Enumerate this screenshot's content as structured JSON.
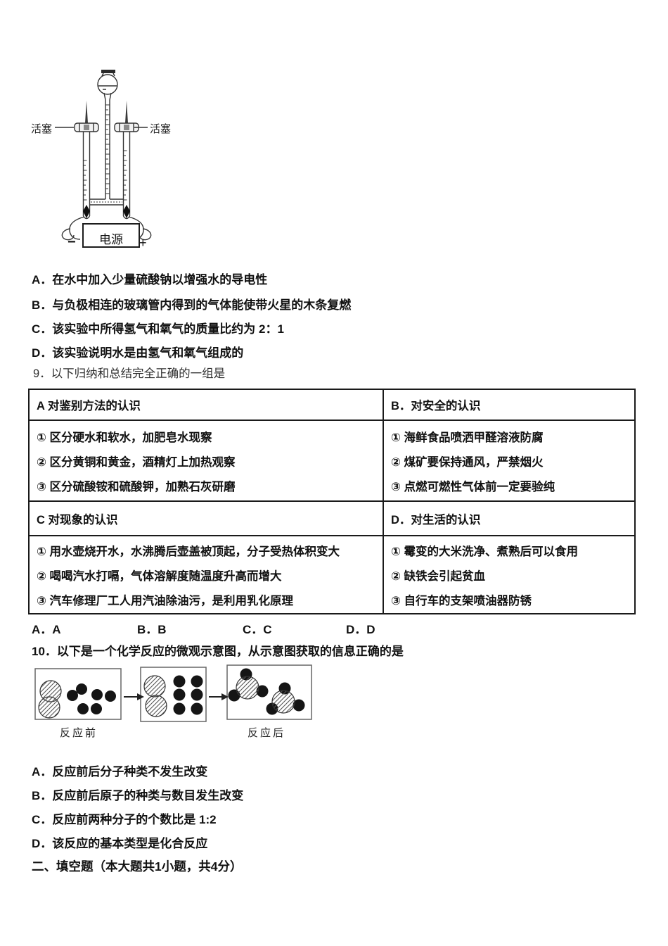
{
  "colors": {
    "text": "#111111",
    "table_border": "#1a1a1a",
    "diagram_stroke": "#333333"
  },
  "apparatus": {
    "piston_label": "活塞",
    "power_label": "电源",
    "minus_label": "−",
    "plus_label": "+"
  },
  "q8": {
    "options": [
      "A．在水中加入少量硫酸钠以增强水的导电性",
      "B．与负极相连的玻璃管内得到的气体能使带火星的木条复燃",
      "C．该实验中所得氢气和氧气的质量比约为 2：1",
      "D．该实验说明水是由氢气和氧气组成的"
    ]
  },
  "q9": {
    "stem": "9．以下归纳和总结完全正确的一组是",
    "table": [
      {
        "header": "A 对鉴别方法的认识",
        "items": [
          "① 区分硬水和软水，加肥皂水现察",
          "② 区分黄铜和黄金，酒精灯上加热观察",
          "③ 区分硫酸铵和硫酸钾，加熟石灰研磨"
        ]
      },
      {
        "header": "B．对安全的认识",
        "items": [
          "① 海鲜食品喷洒甲醛溶液防腐",
          "② 煤矿要保持通风，严禁烟火",
          "③ 点燃可燃性气体前一定要验纯"
        ]
      },
      {
        "header": "C 对现象的认识",
        "items": [
          "① 用水壶烧开水，水沸腾后壶盖被顶起，分子受热体积变大",
          "② 喝喝汽水打嗝，气体溶解度随温度升高而增大",
          "③ 汽车修理厂工人用汽油除油污，是利用乳化原理"
        ]
      },
      {
        "header": "D．对生活的认识",
        "items": [
          "① 霉变的大米洗净、煮熟后可以食用",
          "② 缺铁会引起贫血",
          "③ 自行车的支架喷油器防锈"
        ]
      }
    ],
    "answers": [
      "A．A",
      "B．B",
      "C．C",
      "D．D"
    ]
  },
  "q10": {
    "stem": "10．以下是一个化学反应的微观示意图，从示意图获取的信息正确的是",
    "diagram": {
      "before_label": "反应前",
      "after_label": "反应后"
    },
    "options": [
      "A．反应前后分子种类不发生改变",
      "B．反应前后原子的种类与数目发生改变",
      "C．反应前两种分子的个数比是 1:2",
      "D．该反应的基本类型是化合反应"
    ]
  },
  "section2": {
    "title": "二、填空题（本大题共1小题，共4分）"
  }
}
